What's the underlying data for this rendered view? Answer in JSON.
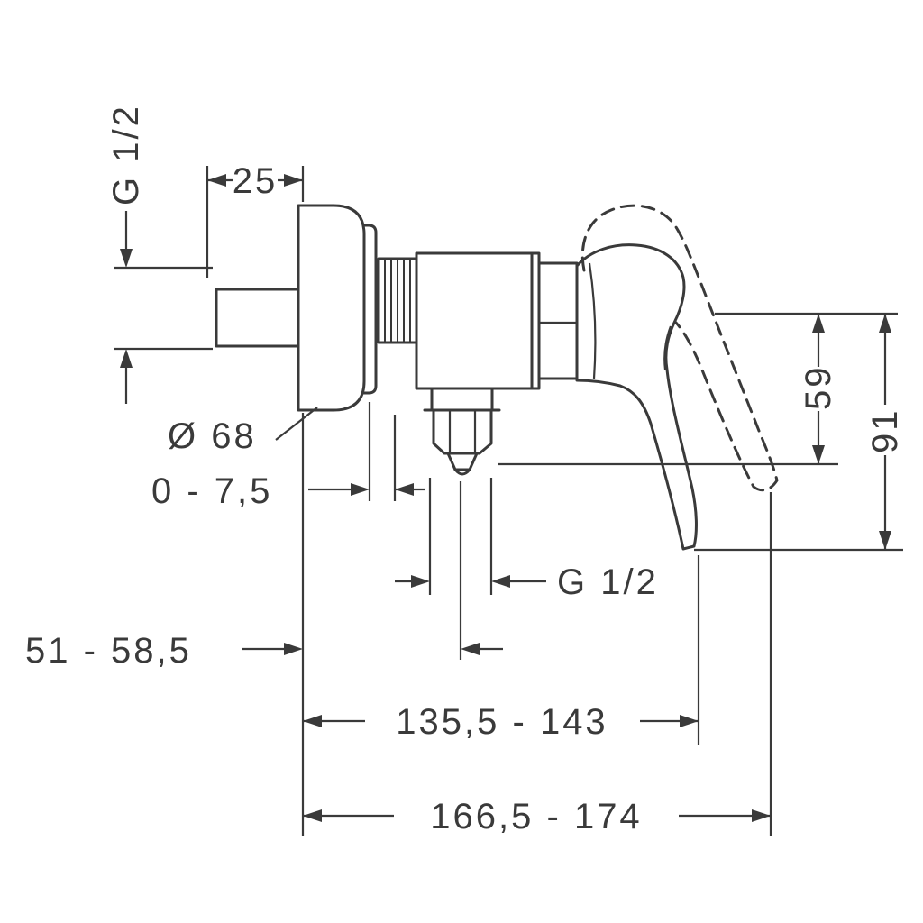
{
  "colors": {
    "line": "#3a3a3a",
    "background": "#ffffff"
  },
  "drawing": {
    "type": "technical-dimension-drawing",
    "subject": "single-lever shower mixer, side view",
    "labels": {
      "inlet_thread": "G 1/2",
      "escutcheon_depth": "25",
      "escutcheon_diameter": "Ø 68",
      "wall_gap": "0 - 7,5",
      "outlet_thread": "G 1/2",
      "outlet_height": "59",
      "overall_height": "91",
      "wall_to_outlet": "51 - 58,5",
      "depth_to_handle": "135,5 - 143",
      "max_depth": "166,5 - 174"
    }
  }
}
